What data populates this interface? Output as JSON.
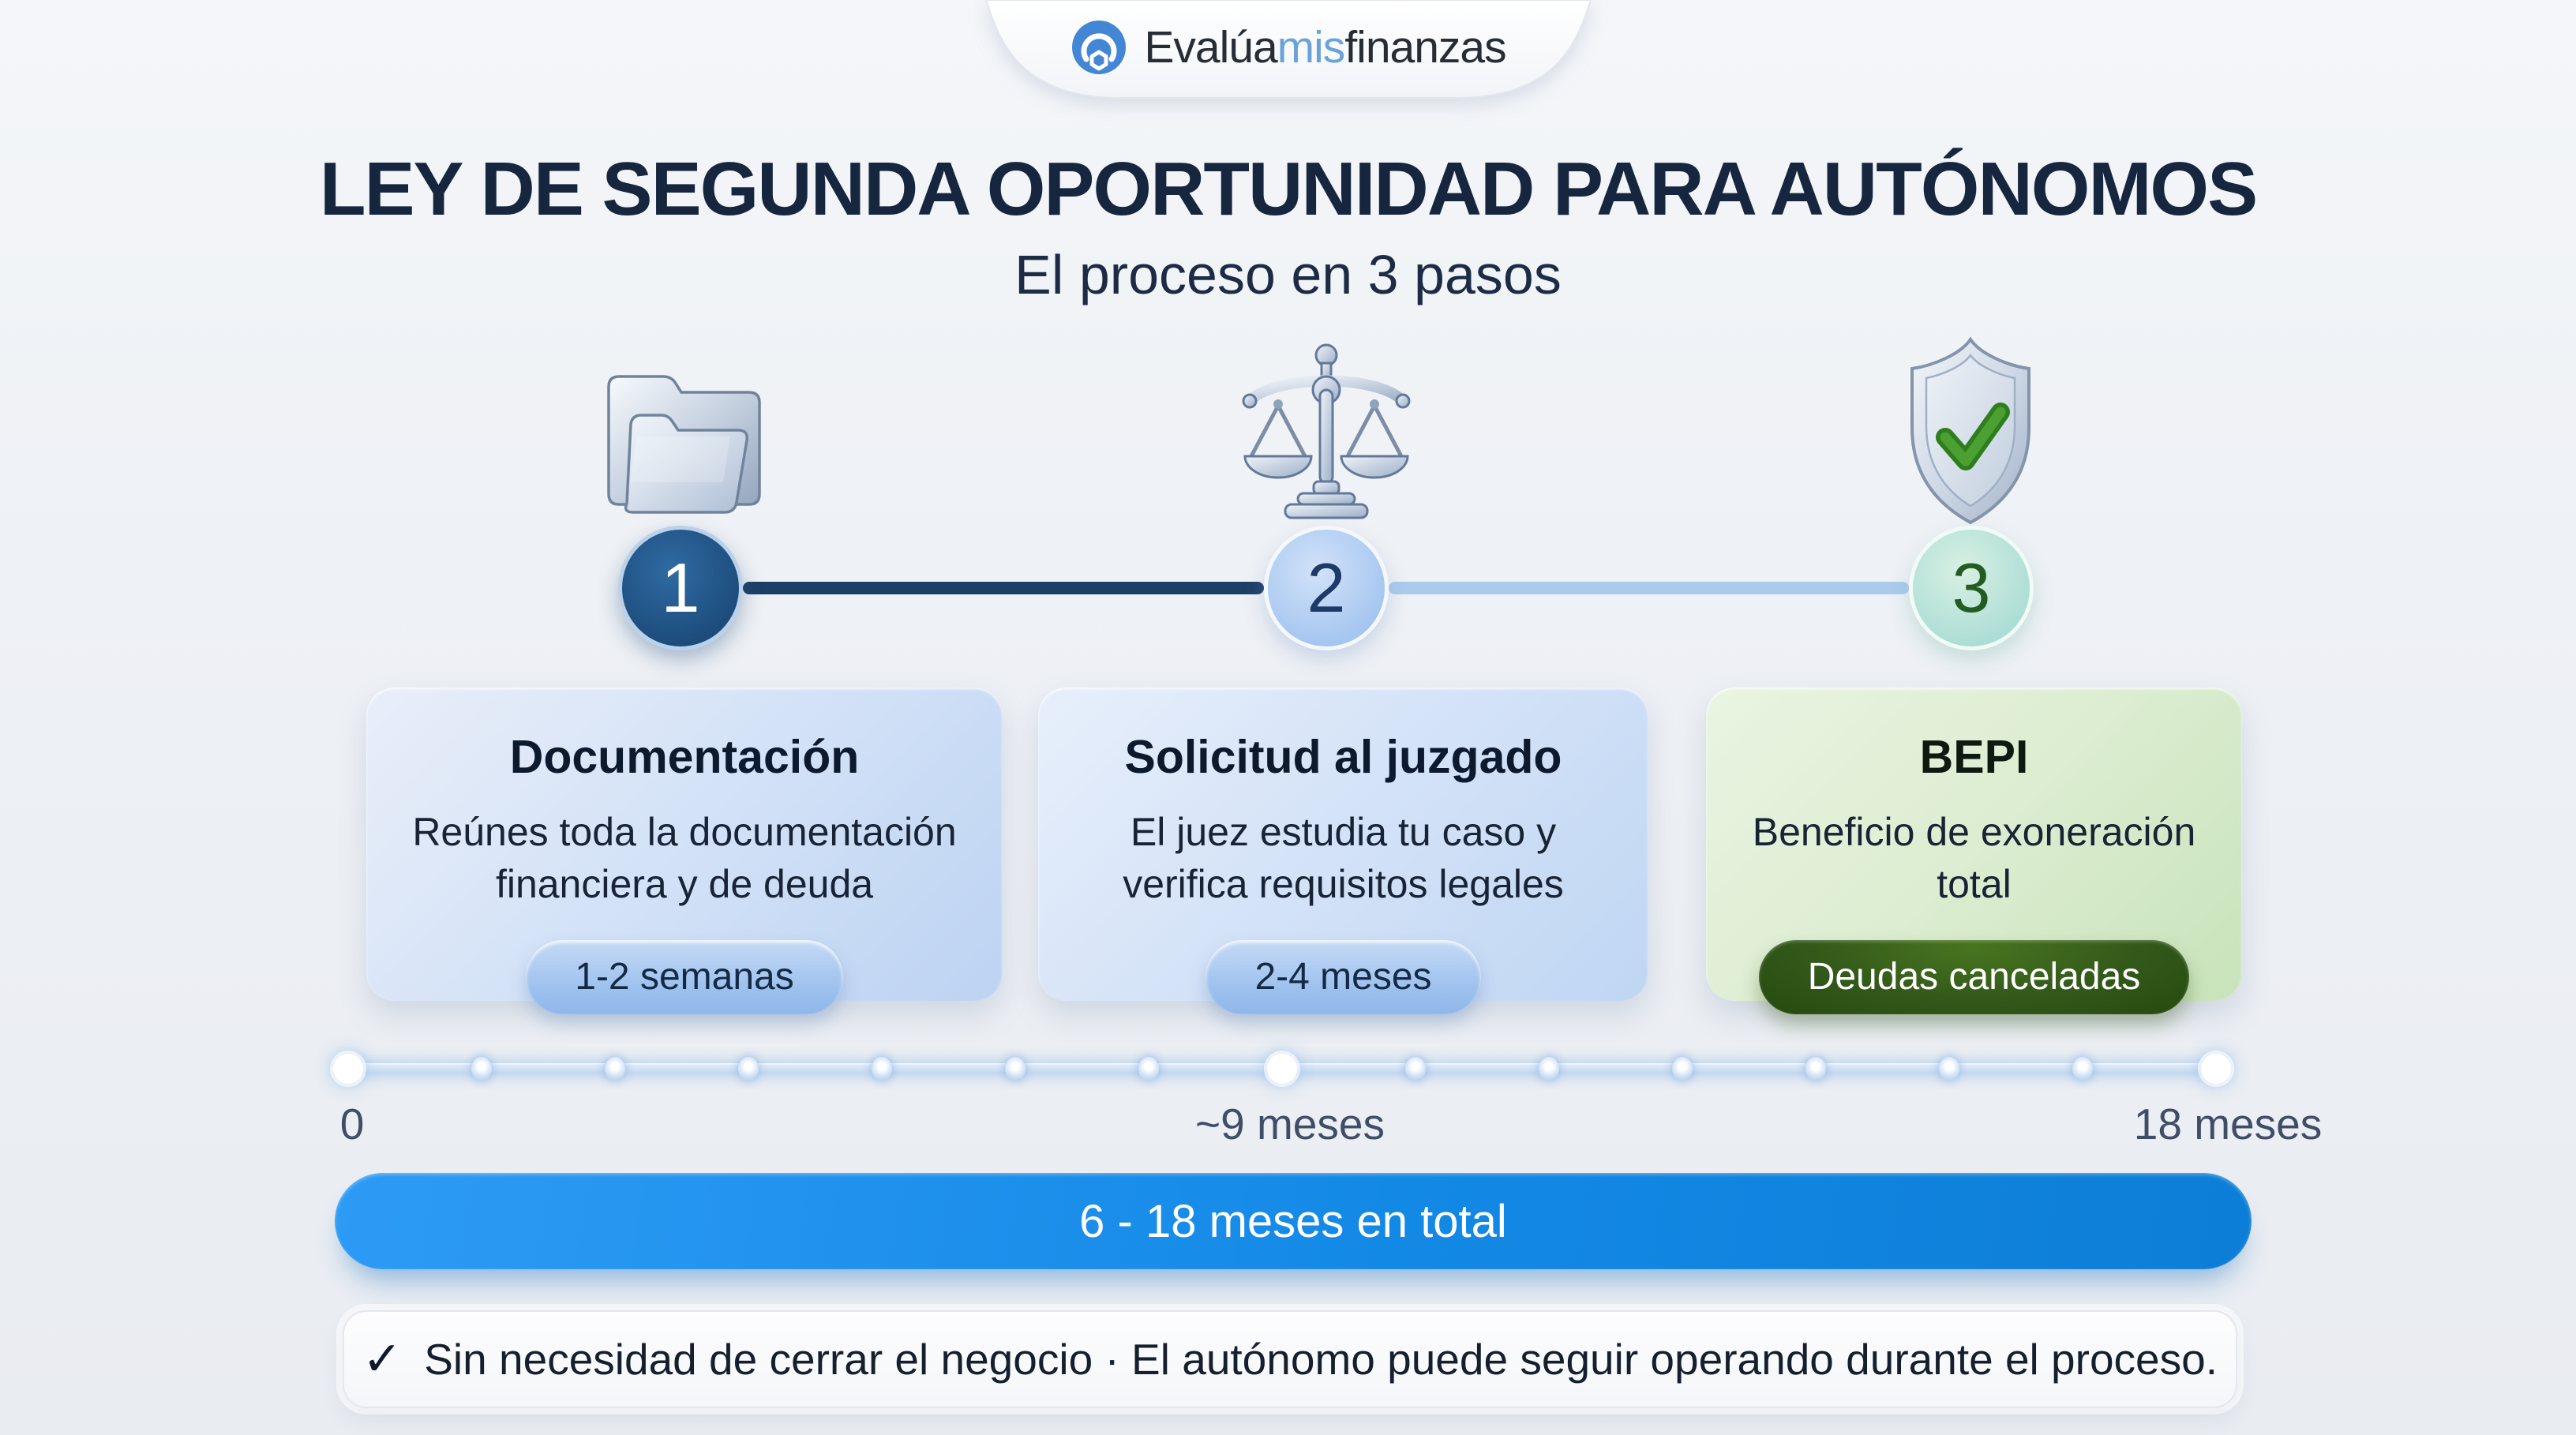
{
  "brand": {
    "name": "Evalúamisfinanzas",
    "icon": "brand-circle-icon",
    "logo_part1": "Evalúa",
    "logo_part2": "mis",
    "logo_part3": "finanzas"
  },
  "header": {
    "title": "LEY DE SEGUNDA OPORTUNIDAD PARA AUTÓNOMOS",
    "subtitle": "El proceso en 3 pasos"
  },
  "steps": [
    {
      "number": "1",
      "icon": "folder-icon",
      "title": "Documentación",
      "description": "Reúnes toda la documentación financiera y de deuda",
      "badge": "1-2 semanas"
    },
    {
      "number": "2",
      "icon": "scales-of-justice-icon",
      "title": "Solicitud al juzgado",
      "description": "El juez estudia tu caso y verifica requisitos legales",
      "badge": "2-4 meses"
    },
    {
      "number": "3",
      "icon": "shield-check-icon",
      "title": "BEPI",
      "description": "Beneficio de exoneración total",
      "badge": "Deudas canceladas"
    }
  ],
  "timeline": {
    "dot_count": 15,
    "large_dot_indices": [
      0,
      7,
      14
    ],
    "labels": {
      "start": "0",
      "mid": "~9 meses",
      "end": "18 meses"
    }
  },
  "total_bar": {
    "label": "6 - 18 meses en total"
  },
  "footnote": {
    "check_icon": "✓",
    "text": "Sin necesidad de cerrar el negocio · El autónomo puede seguir operando durante el proceso."
  },
  "colors": {
    "title_navy": "#16263f",
    "step1_circle": "#1d4c7c",
    "step2_circle": "#a2c4ef",
    "step3_circle": "#a8dcd4",
    "connector_dark": "#1c3f66",
    "connector_light": "#abcbed",
    "accent_blue": "#1389e6",
    "pill_green": "#32581a",
    "brand_blue": "#4486d6",
    "check_green": "#2e7d1e"
  }
}
